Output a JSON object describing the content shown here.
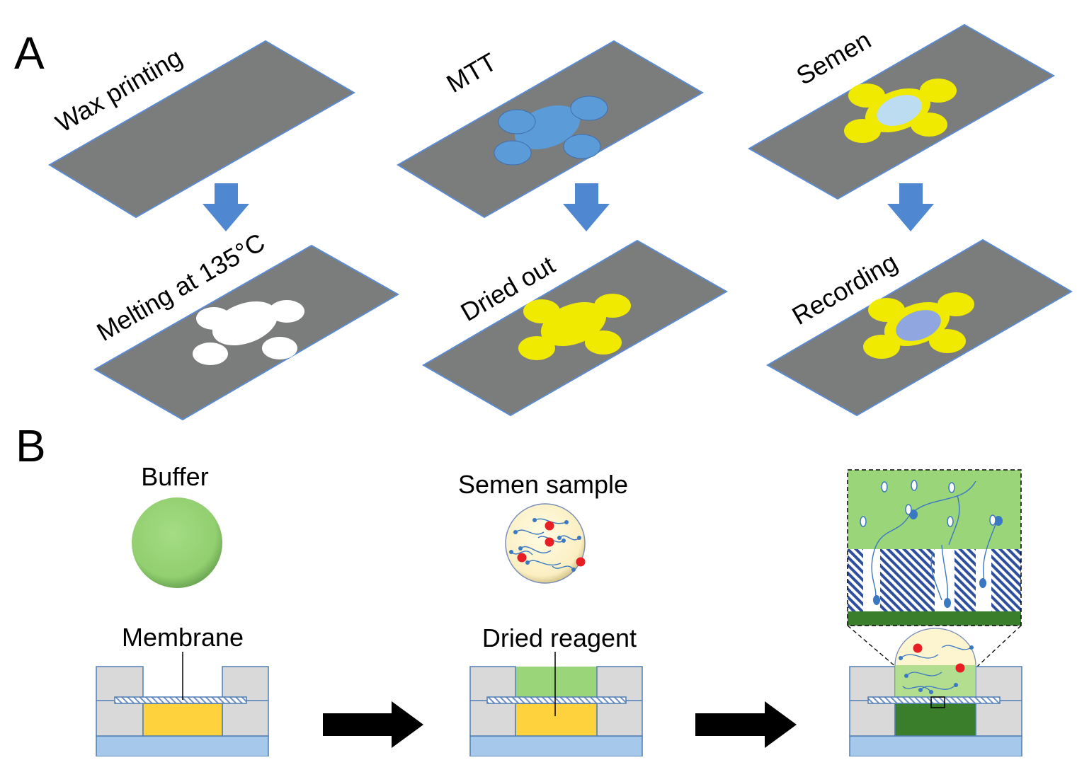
{
  "panel_a": {
    "letter": "A",
    "steps": {
      "wax_printing": "Wax printing",
      "melting": "Melting at 135°C",
      "mtt": "MTT",
      "dried_out": "Dried out",
      "semen": "Semen",
      "recording": "Recording"
    }
  },
  "panel_b": {
    "letter": "B",
    "labels": {
      "buffer": "Buffer",
      "semen_sample": "Semen sample",
      "membrane": "Membrane",
      "dried_reagent": "Dried reagent"
    }
  },
  "colors": {
    "paper_gray": "#7b7c7c",
    "paper_edge": "#5b8bd0",
    "mtt_blue": "#5b9bd8",
    "reagent_yellow": "#f0ea00",
    "sample_lightblue": "#bcdcf2",
    "recording_blue": "#8fa6e0",
    "arrow_blue": "#4f88d0",
    "buffer_green": "#9ad57a",
    "device_gray": "#d9d9d9",
    "device_blue": "#a6c8ea",
    "reagent_box_yellow": "#fdd23c",
    "dark_green": "#3a7d2b",
    "sperm_blue": "#3a78c2",
    "cell_red": "#e81e25",
    "sample_cream": "#fdf5cf"
  }
}
